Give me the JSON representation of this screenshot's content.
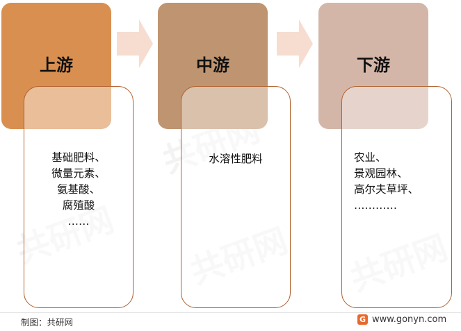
{
  "stages": [
    {
      "title": "上游",
      "items": [
        "基础肥料、",
        "微量元素、",
        "氨基酸、",
        "腐殖酸",
        "……"
      ]
    },
    {
      "title": "中游",
      "items": [
        "水溶性肥料"
      ]
    },
    {
      "title": "下游",
      "items": [
        "农业、",
        "景观园林、",
        "高尔夫草坪、",
        "…………"
      ]
    }
  ],
  "footer": {
    "credit": "制图：共研网",
    "website": "www.gonyn.com"
  },
  "colors": {
    "upstream": "#d98f4f",
    "midstream": "#bf9470",
    "downstream": "#d4b6a8",
    "box_border": "#b0612e",
    "arrow": "#f7ddd0"
  }
}
